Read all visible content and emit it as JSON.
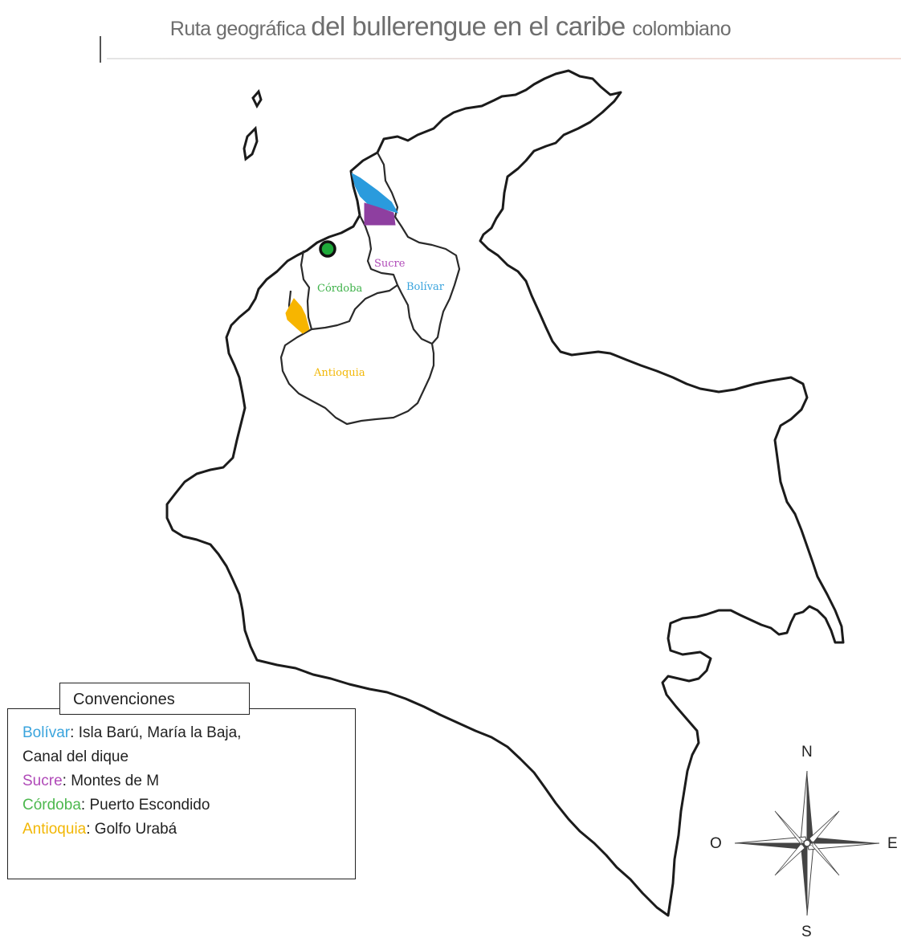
{
  "title": {
    "part1": "Ruta geográfica ",
    "part2": "del bullerengue en el caribe ",
    "part3": "colombiano"
  },
  "map": {
    "region_labels": [
      {
        "id": "sucre",
        "text": "Sucre",
        "color": "#b04ab8"
      },
      {
        "id": "bolivar",
        "text": "Bolívar",
        "color": "#3aa4dd"
      },
      {
        "id": "cordoba",
        "text": "Córdoba",
        "color": "#3fb24a"
      },
      {
        "id": "antioquia",
        "text": "Antioquia",
        "color": "#f2b705"
      }
    ],
    "marker_colors": {
      "bolivar": "#2a9bdd",
      "sucre": "#8e3fa0",
      "cordoba": "#1faa3a",
      "antioquia": "#f7b500"
    }
  },
  "legend": {
    "title": "Convenciones",
    "items": [
      {
        "key": "Bolívar",
        "desc": ": Isla Barú, María la Baja,",
        "color": "#3aa4dd"
      },
      {
        "key": "",
        "desc": "Canal del dique",
        "color": "#222222"
      },
      {
        "key": "Sucre",
        "desc": ": Montes de M",
        "color": "#b04ab8"
      },
      {
        "key": "Córdoba",
        "desc": ": Puerto Escondido",
        "color": "#4db84f"
      },
      {
        "key": "Antioquia",
        "desc": ": Golfo Urabá",
        "color": "#f2b705"
      }
    ]
  },
  "compass": {
    "north": "N",
    "south": "S",
    "east": "E",
    "west": "O"
  }
}
